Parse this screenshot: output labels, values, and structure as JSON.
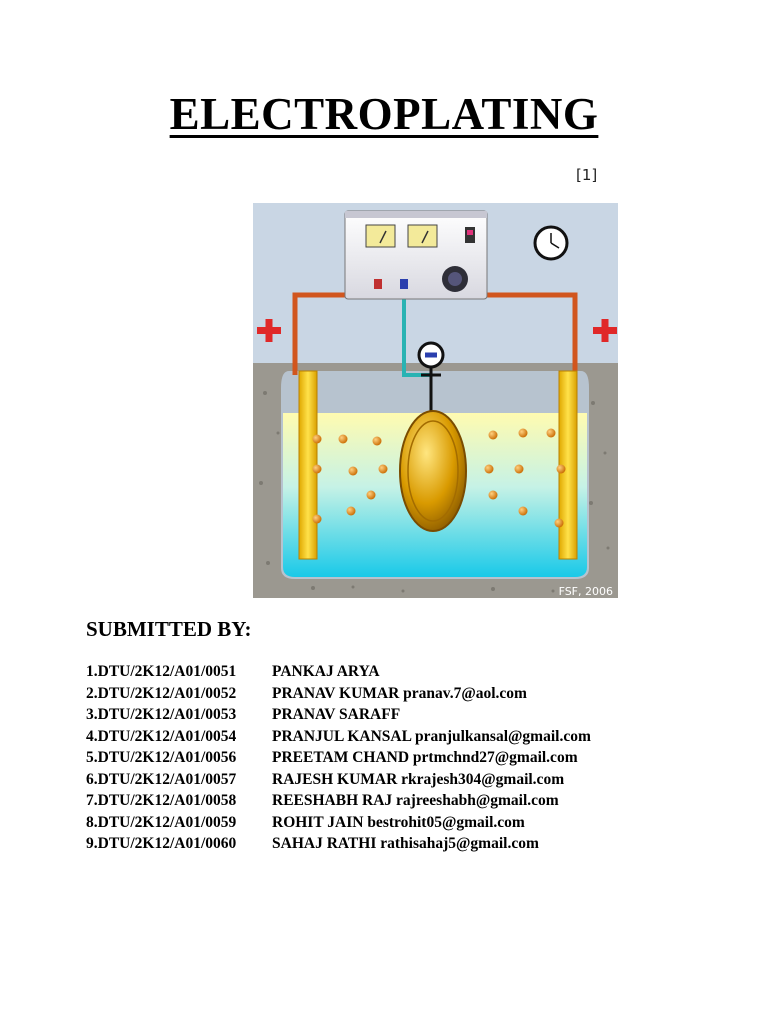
{
  "title": "ELECTROPLATING",
  "reference": "[1]",
  "figure": {
    "power_supply_label": "",
    "credit": "FSF, 2006",
    "cathode_sign": "−",
    "anode_left_sign": "+",
    "anode_right_sign": "+"
  },
  "submitted_by_heading": "SUBMITTED BY:",
  "members": [
    {
      "id": "1.DTU/2K12/A01/0051",
      "name": "PANKAJ ARYA"
    },
    {
      "id": "2.DTU/2K12/A01/0052",
      "name": "PRANAV KUMAR  pranav.7@aol.com"
    },
    {
      "id": "3.DTU/2K12/A01/0053",
      "name": "PRANAV SARAFF"
    },
    {
      "id": "4.DTU/2K12/A01/0054",
      "name": "PRANJUL KANSAL pranjulkansal@gmail.com"
    },
    {
      "id": "5.DTU/2K12/A01/0056",
      "name": "PREETAM CHAND  prtmchnd27@gmail.com"
    },
    {
      "id": "6.DTU/2K12/A01/0057",
      "name": "RAJESH KUMAR   rkrajesh304@gmail.com"
    },
    {
      "id": "7.DTU/2K12/A01/0058",
      "name": "REESHABH RAJ   rajreeshabh@gmail.com"
    },
    {
      "id": "8.DTU/2K12/A01/0059",
      "name": "ROHIT JAIN  bestrohit05@gmail.com"
    },
    {
      "id": "9.DTU/2K12/A01/0060",
      "name": "SAHAJ RATHI  rathisahaj5@gmail.com"
    }
  ]
}
